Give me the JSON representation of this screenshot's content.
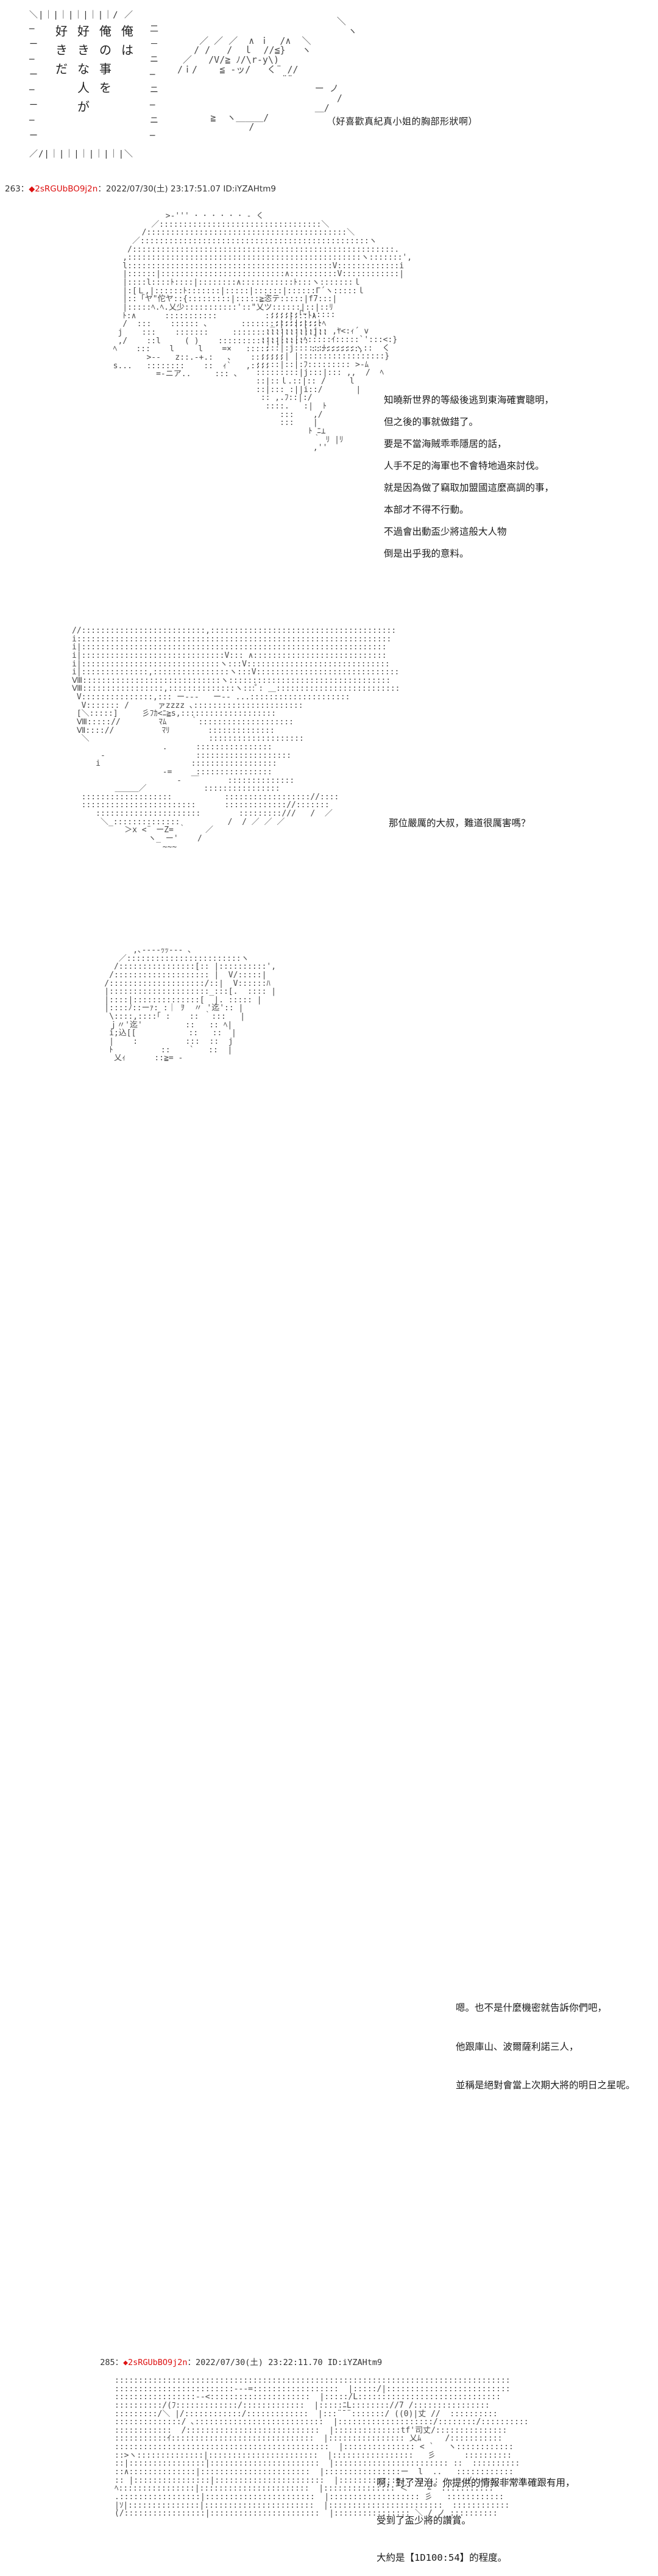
{
  "vertical_text": {
    "columns": [
      [
        "好",
        "き",
        "だ",
        "",
        "",
        ""
      ],
      [
        "好",
        "き",
        "な",
        "人",
        "が",
        ""
      ],
      [
        "俺",
        "の",
        "事",
        "を",
        "",
        ""
      ],
      [
        "俺",
        "は",
        "",
        "",
        "",
        ""
      ]
    ]
  },
  "top_caption": "（好喜歡真紀真小姐的胸部形狀啊）",
  "posts": [
    {
      "number": "263：",
      "diamond": "◆",
      "trip": "2sRGUbBO9j2n",
      "meta": "：2022/07/30(土) 23:17:51.07 ID:iYZAHtm9",
      "lines": [
        "知曉新世界的等級後逃到東海確實聰明，",
        "但之後的事就做錯了。",
        "要是不當海賊乖乖隱居的話，",
        "人手不足的海軍也不會特地過來討伐。",
        "就是因為做了竊取加盟國這麼高調的事，",
        "本部才不得不行動。",
        "不過會出動盃少將這般大人物",
        "倒是出乎我的意料。"
      ]
    },
    {
      "number": "285：",
      "diamond": "◆",
      "trip": "2sRGUbBO9j2n",
      "meta": "：2022/07/30(土) 23:22:11.70 ID:iYZAHtm9",
      "lines": [
        "啊，對了涅治。你提供的情報非常準確跟有用，",
        "受到了盃少將的讚賞。",
        "大約是【1D100:54】的程度。"
      ]
    }
  ],
  "panel3_line": "那位嚴厲的大叔，難道很厲害嗎？",
  "panel4_lines": [
    "嗯。也不是什麼機密就告訴你們吧，",
    "他跟庫山、波爾薩利諾三人，",
    "並稱是絕對會當上次期大將的明日之星呢。"
  ]
}
